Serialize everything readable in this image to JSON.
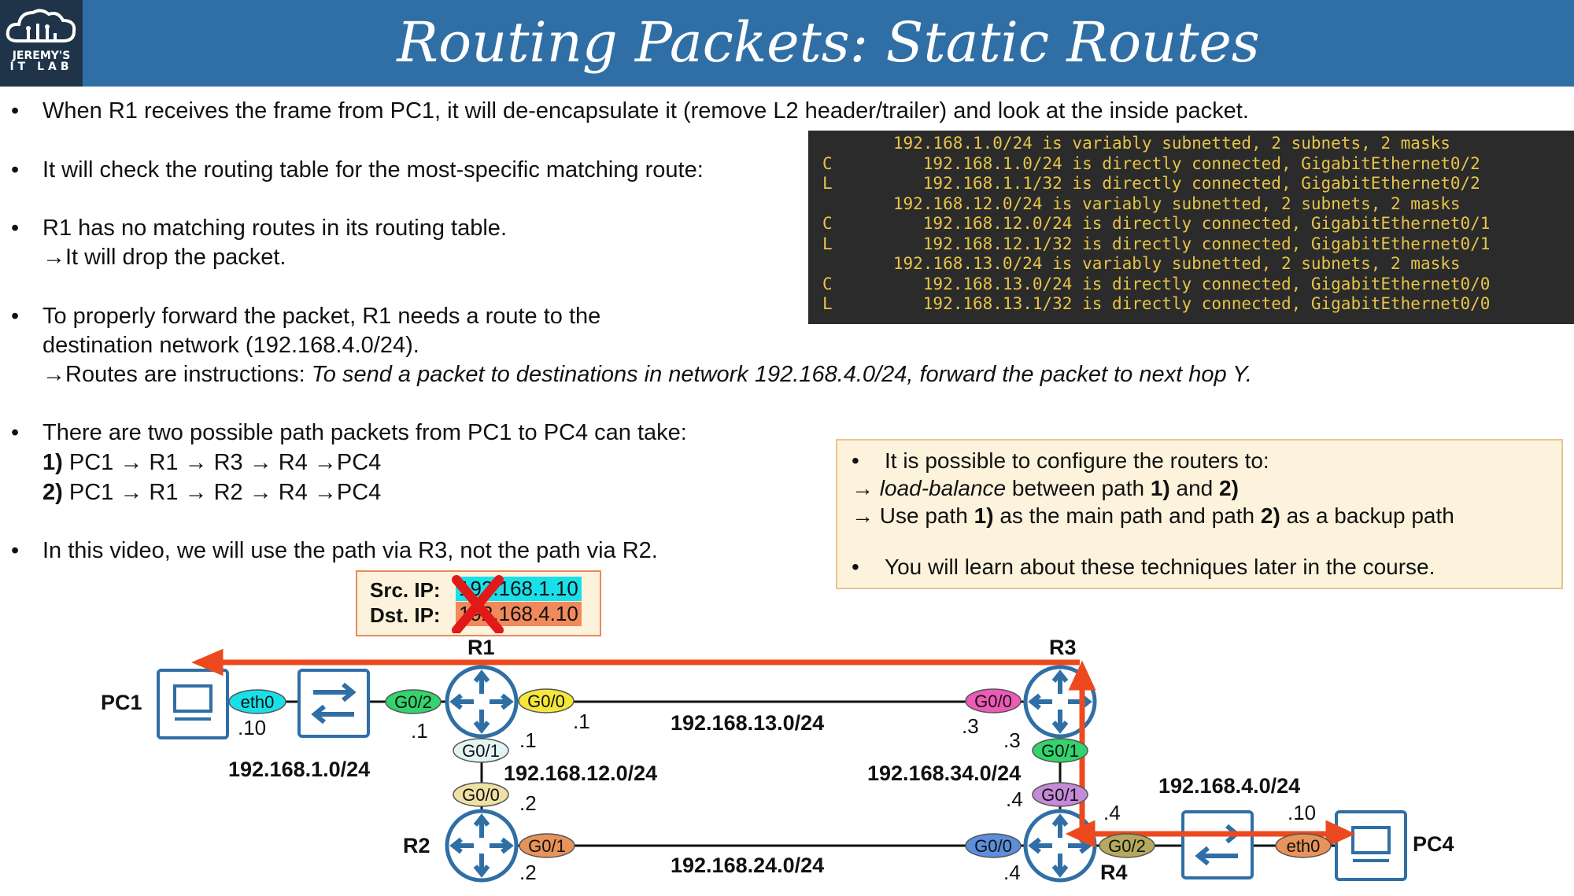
{
  "header": {
    "title": "Routing Packets: Static Routes",
    "logo_line1": "JEREMY'S",
    "logo_line2": "IT LAB"
  },
  "bullets": {
    "b1": "When R1 receives the frame from PC1, it will de-encapsulate it (remove L2 header/trailer) and look at the inside packet.",
    "b2": "It will check the routing table for the most-specific matching route:",
    "b3": "R1 has no matching routes in its routing table.",
    "b3_sub": "→It will drop the packet.",
    "b4_line1": "To properly forward the packet, R1 needs a route to the",
    "b4_line2": "destination network (192.168.4.0/24).",
    "b4_sub_prefix": "→Routes are instructions: ",
    "b4_sub_italic": "To send a packet to destinations in network 192.168.4.0/24, forward the packet to next hop Y.",
    "b5": "There are two possible path packets from PC1 to PC4 can take:",
    "path1_num": "1)",
    "path1": "PC1 → R1 → R3 → R4 →PC4",
    "path2_num": "2)",
    "path2": "PC1 → R1 → R2 → R4 →PC4",
    "b6": "In this video, we will use the path via R3, not the path via R2."
  },
  "routing_table": [
    {
      "code": "",
      "text": "      192.168.1.0/24 is variably subnetted, 2 subnets, 2 masks"
    },
    {
      "code": "C",
      "text": "         192.168.1.0/24 is directly connected, GigabitEthernet0/2"
    },
    {
      "code": "L",
      "text": "         192.168.1.1/32 is directly connected, GigabitEthernet0/2"
    },
    {
      "code": "",
      "text": "      192.168.12.0/24 is variably subnetted, 2 subnets, 2 masks"
    },
    {
      "code": "C",
      "text": "         192.168.12.0/24 is directly connected, GigabitEthernet0/1"
    },
    {
      "code": "L",
      "text": "         192.168.12.1/32 is directly connected, GigabitEthernet0/1"
    },
    {
      "code": "",
      "text": "      192.168.13.0/24 is variably subnetted, 2 subnets, 2 masks"
    },
    {
      "code": "C",
      "text": "         192.168.13.0/24 is directly connected, GigabitEthernet0/0"
    },
    {
      "code": "L",
      "text": "         192.168.13.1/32 is directly connected, GigabitEthernet0/0"
    }
  ],
  "note": {
    "line1": "It is possible to configure the routers to:",
    "line2_arrow": "→",
    "line2_italic": "load-balance",
    "line2_mid": " between path ",
    "line2_b1": "1)",
    "line2_and": " and ",
    "line2_b2": "2)",
    "line3_arrow": "→",
    "line3_pre": "Use path ",
    "line3_b1": "1)",
    "line3_mid": " as the main path and path ",
    "line3_b2": "2)",
    "line3_post": " as a backup path",
    "line4": "You will learn about these techniques later in the course."
  },
  "packet": {
    "src_label": "Src. IP:",
    "src_value": "192.168.1.10",
    "dst_label": "Dst. IP:",
    "dst_value": "192.168.4.10",
    "src_color": "#19e0e8",
    "dst_color": "#f08a5d"
  },
  "topology": {
    "pc1": "PC1",
    "pc4": "PC4",
    "r1": "R1",
    "r2": "R2",
    "r3": "R3",
    "r4": "R4",
    "pc1_if": "eth0",
    "pc1_host": ".10",
    "r1_g02": "G0/2",
    "r1_g02_host": ".1",
    "r1_g00": "G0/0",
    "r1_g00_host": ".1",
    "r1_g01": "G0/1",
    "r1_g01_host": ".1",
    "r2_g00": "G0/0",
    "r2_g00_host": ".2",
    "r2_g01": "G0/1",
    "r2_g01_host": ".2",
    "r3_g00": "G0/0",
    "r3_g00_host": ".3",
    "r3_g01": "G0/1",
    "r3_g01_host": ".3",
    "r4_g01": "G0/1",
    "r4_g01_host": ".4",
    "r4_g00": "G0/0",
    "r4_g00_host": ".4",
    "r4_g02": "G0/2",
    "r4_g02_host": ".4",
    "pc4_if": "eth0",
    "pc4_host": ".10",
    "net_1": "192.168.1.0/24",
    "net_12": "192.168.12.0/24",
    "net_13": "192.168.13.0/24",
    "net_34": "192.168.34.0/24",
    "net_24": "192.168.24.0/24",
    "net_4": "192.168.4.0/24"
  },
  "colors": {
    "header_bg": "#2f6fa6",
    "arrow": "#ec4a1e",
    "router": "#2f6fa6",
    "drop_x": "#e11919"
  }
}
